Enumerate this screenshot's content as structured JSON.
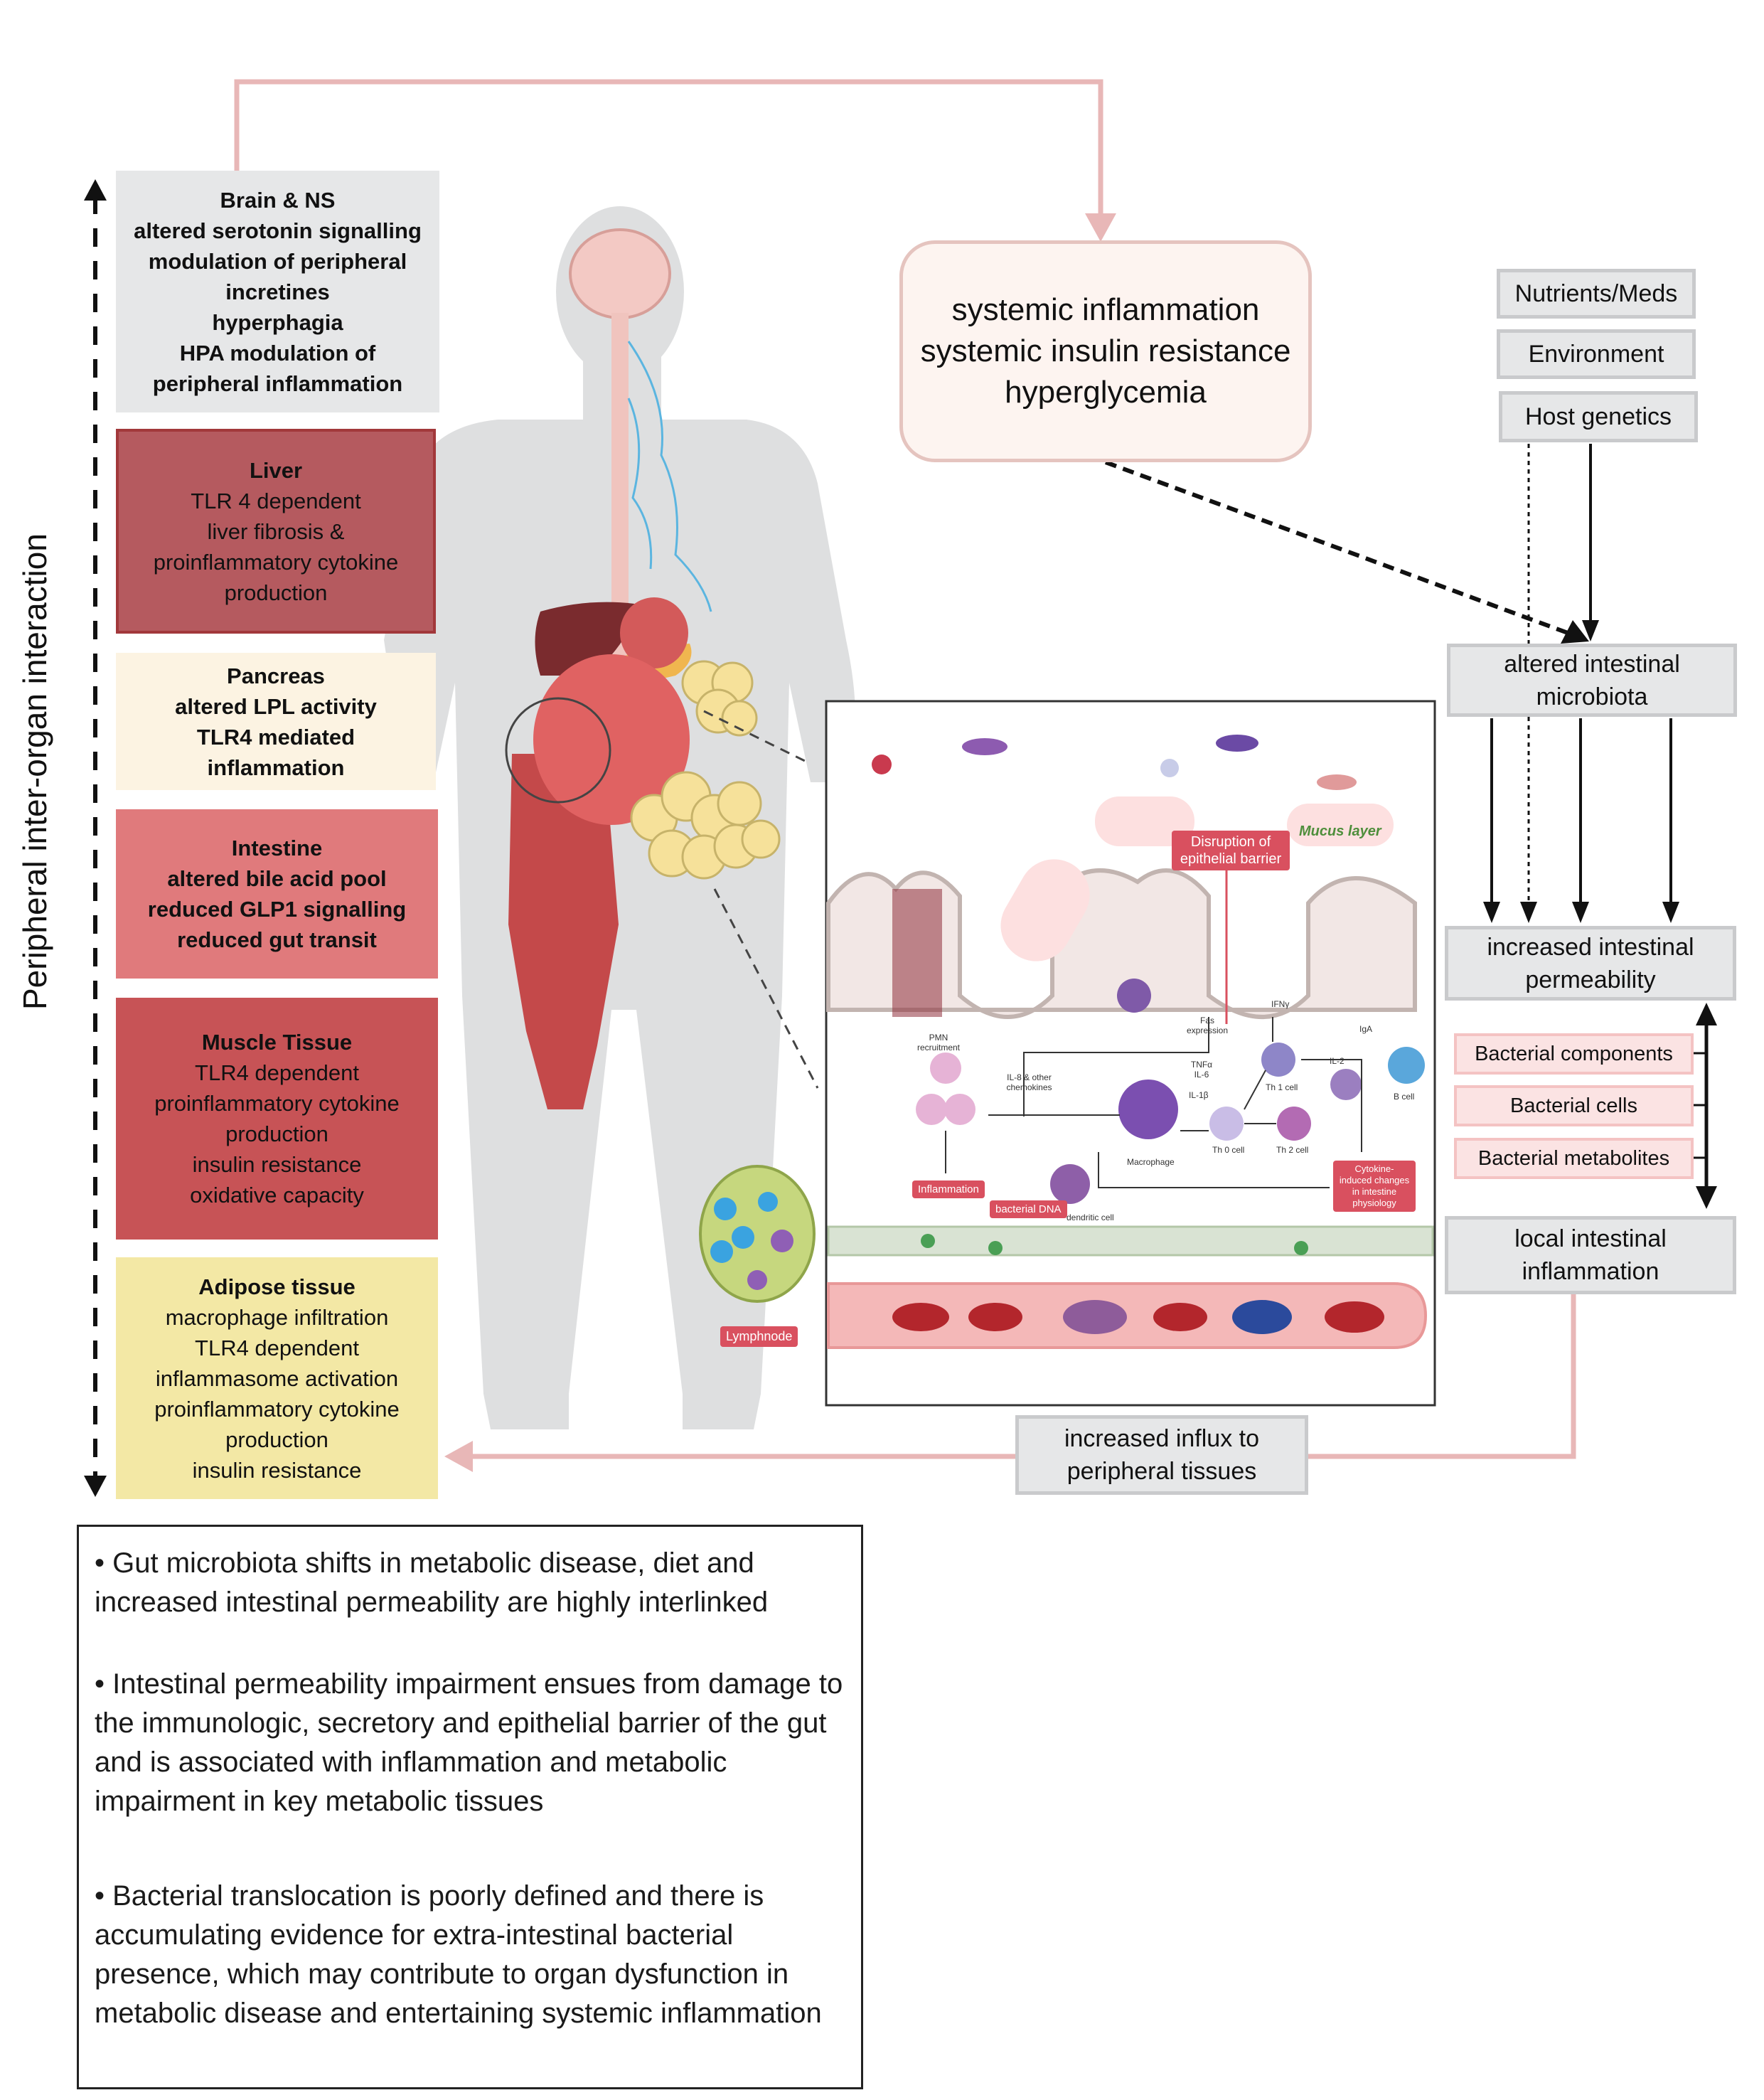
{
  "axis_label": "Peripheral inter-organ interaction",
  "organs": [
    {
      "title": "Brain & NS",
      "lines": [
        "altered serotonin signalling",
        "modulation of peripheral",
        "incretines",
        "hyperphagia",
        "HPA modulation of",
        "peripheral inflammation"
      ],
      "bg": "#e6e7e8",
      "bold": true
    },
    {
      "title": "Liver",
      "lines": [
        "TLR 4 dependent",
        "liver fibrosis &",
        "proinflammatory cytokine",
        "production"
      ],
      "bg": "#b55a5f",
      "bold": false
    },
    {
      "title": "Pancreas",
      "lines": [
        "altered LPL activity",
        "TLR4 mediated",
        "inflammation"
      ],
      "bg": "#fcf3e2",
      "bold": true
    },
    {
      "title": "Intestine",
      "lines": [
        "altered bile acid pool",
        "reduced GLP1 signalling",
        "reduced gut transit"
      ],
      "bg": "#e07a7c",
      "bold": true
    },
    {
      "title": "Muscle Tissue",
      "lines": [
        "TLR4 dependent",
        "proinflammatory cytokine",
        "production",
        "insulin resistance",
        "oxidative capacity"
      ],
      "bg": "#c75356",
      "bold": false
    },
    {
      "title": "Adipose tissue",
      "lines": [
        "macrophage infiltration",
        "TLR4 dependent",
        "inflammasome activation",
        "proinflammatory cytokine",
        "production",
        "insulin resistance"
      ],
      "bg": "#f3e8a5",
      "bold": false
    }
  ],
  "systemic": {
    "lines": [
      "systemic inflammation",
      "systemic insulin resistance",
      "hyperglycemia"
    ]
  },
  "factors": [
    "Nutrients/Meds",
    "Environment",
    "Host genetics"
  ],
  "microbiota": "altered intestinal microbiota",
  "permeability": "increased intestinal permeability",
  "bacterial": [
    "Bacterial components",
    "Bacterial cells",
    "Bacterial metabolites"
  ],
  "local_inflammation": "local intestinal inflammation",
  "influx": "increased influx to peripheral tissues",
  "inset": {
    "disruption": "Disruption of epithelial barrier",
    "mucus": "Mucus layer",
    "lymphnode": "Lymphnode",
    "inflammation": "Inflammation",
    "bacterial_dna": "bacterial DNA",
    "cytokine_box": "Cytokine-induced changes in intestine physiology",
    "labels": {
      "pmn": "PMN recruitment",
      "il8": "IL-8 & other chemokines",
      "fas": "Fas expression",
      "ifny": "IFNγ",
      "iga": "IgA",
      "tnfa": "TNFα IL-6",
      "il1b": "IL-1β",
      "th1": "Th 1 cell",
      "il2": "IL-2",
      "bcell": "B cell",
      "th0": "Th 0 cell",
      "th2": "Th 2 cell",
      "macrophage": "Macrophage",
      "dendritic": "dendritic cell"
    }
  },
  "summary": [
    "Gut microbiota shifts in metabolic disease, diet  and increased intestinal permeability are highly interlinked",
    "Intestinal permeability impairment ensues from damage to the immunologic, secretory and epithelial barrier of the gut and is associated with inflammation and metabolic impairment in key metabolic tissues",
    "Bacterial translocation is poorly defined and there is accumulating evidence for extra-intestinal bacterial presence, which may contribute to organ dysfunction in metabolic disease and entertaining systemic inflammation"
  ],
  "colors": {
    "pink_line": "#e8b7b7",
    "grey_box": "#e6e7e8",
    "bacterial_bg": "#fbe3e3"
  }
}
